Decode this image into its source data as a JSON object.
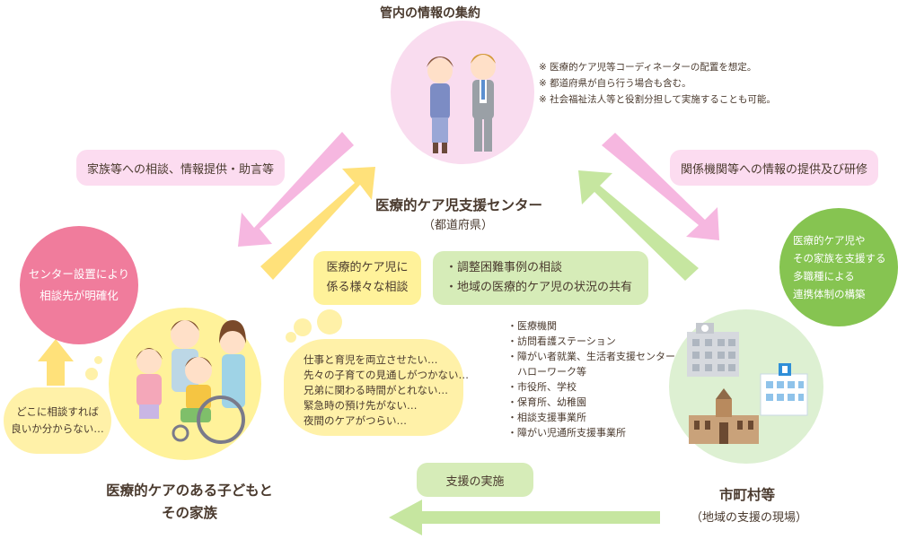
{
  "center": {
    "top_label": "管内の情報の集約",
    "title": "医療的ケア児支援センター",
    "subtitle": "（都道府県）",
    "notes": [
      "※ 医療的ケア児等コーディネーターの配置を想定。",
      "※ 都道府県が自ら行う場合も含む。",
      "※ 社会福祉法人等と役割分担して実施することも可能。"
    ]
  },
  "labels": {
    "to_family": "家族等への相談、情報提供・助言等",
    "to_agencies": "関係機関等への情報の提供及び研修",
    "consult": [
      "医療的ケア児に",
      "係る様々な相談"
    ],
    "share": [
      "・調整困難事例の相談",
      "・地域の医療的ケア児の状況の共有"
    ],
    "support": "支援の実施"
  },
  "pink_circle": [
    "センター設置により",
    "相談先が明確化"
  ],
  "green_circle": [
    "医療的ケア児や",
    "その家族を支援する",
    "多職種による",
    "連携体制の構築"
  ],
  "left_cloud": [
    "どこに相談すれば",
    "良いか分からない…"
  ],
  "worries": [
    "仕事と育児を両立させたい…",
    "先々の子育ての見通しがつかない…",
    "兄弟に関わる時間がとれない…",
    "緊急時の預け先がない…",
    "夜間のケアがつらい…"
  ],
  "family": {
    "title": [
      "医療的ケアのある子どもと",
      "その家族"
    ]
  },
  "municipality": {
    "title": "市町村等",
    "subtitle": "（地域の支援の現場）"
  },
  "agencies": [
    "・医療機関",
    "・訪問看護ステーション",
    "・障がい者就業、生活者支援センター、",
    "　ハローワーク等",
    "・市役所、学校",
    "・保育所、幼稚園",
    "・相談支援事業所",
    "・障がい児通所支援事業所"
  ],
  "colors": {
    "pink_circle": "#f9dcef",
    "yellow_circle": "#fff29a",
    "green_circle": "#ddf0d2",
    "tag_pink": "#fcdcf0",
    "tag_yellow": "#fff29a",
    "tag_green": "#d6ecb8",
    "arrow_pink": "#f6b7e0",
    "arrow_yellow": "#ffe17a",
    "arrow_green": "#c6e6a0",
    "alert_pink": "#f07c9c",
    "green_dark": "#86c451"
  }
}
